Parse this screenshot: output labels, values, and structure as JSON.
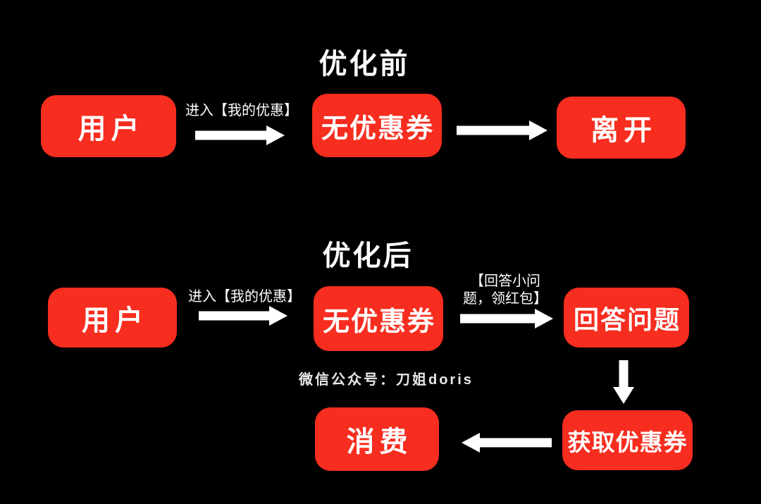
{
  "canvas": {
    "background_color": "#000000",
    "node_color": "#f62d1f",
    "text_color": "#ffffff"
  },
  "before": {
    "title": "优化前",
    "nodes": {
      "user": "用户",
      "no_coupon": "无优惠券",
      "leave": "离开"
    },
    "edges": {
      "enter_label": "进入【我的优惠】"
    }
  },
  "after": {
    "title": "优化后",
    "nodes": {
      "user": "用户",
      "no_coupon": "无优惠券",
      "answer": "回答问题",
      "get_coupon": "获取优惠券",
      "consume": "消费"
    },
    "edges": {
      "enter_label": "进入【我的优惠】",
      "answer_label_line1": "【回答小问",
      "answer_label_line2": "题，领红包】"
    }
  },
  "watermark": "微信公众号：刀姐doris"
}
